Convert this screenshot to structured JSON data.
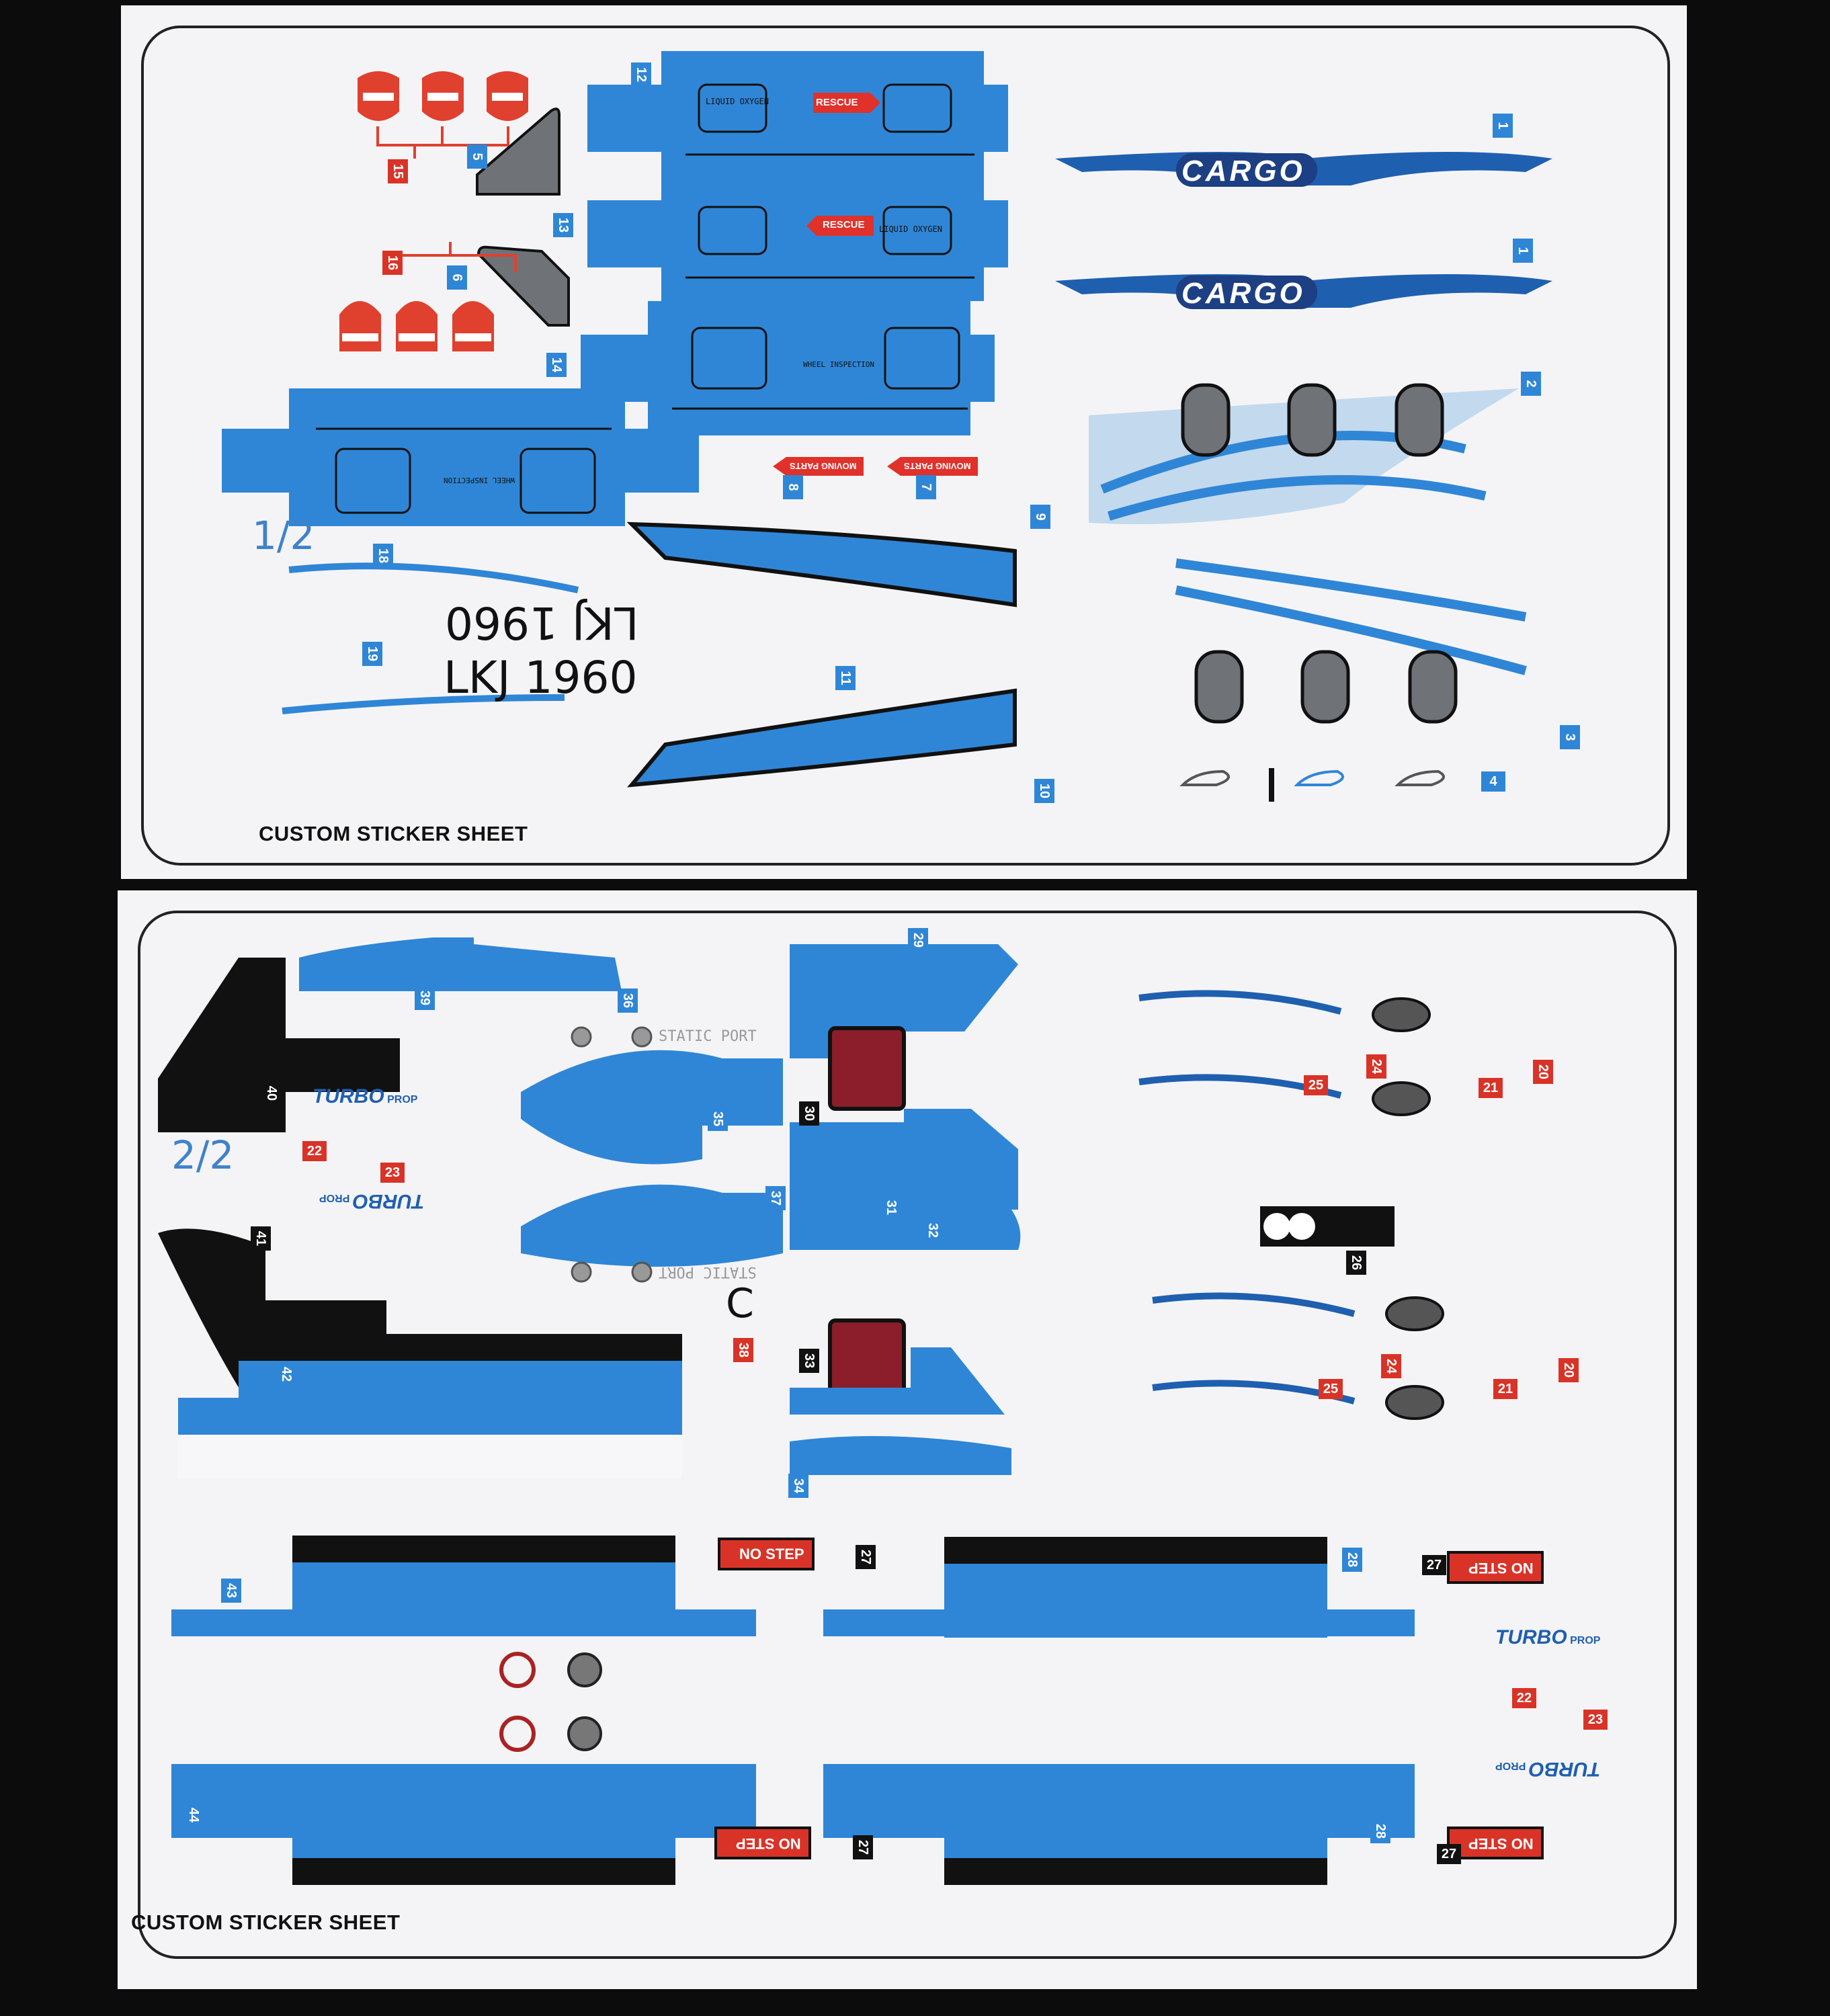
{
  "sheet1": {
    "title": "CUSTOM STICKER SHEET",
    "fraction": "1/2",
    "registration": "LKJ 1960",
    "cargo_text": "CARGO",
    "rescue_text": "RESCUE",
    "liquid_oxygen_text": "LIQUID OXYGEN",
    "wheel_inspection_text": "WHEEL INSPECTION",
    "moving_parts_text": "MOVING PARTS",
    "numbers": {
      "n1a": "1",
      "n1b": "1",
      "n2": "2",
      "n3": "3",
      "n4": "4",
      "n5": "5",
      "n6": "6",
      "n7": "7",
      "n8": "8",
      "n9": "9",
      "n10": "10",
      "n11": "11",
      "n12": "12",
      "n13": "13",
      "n14": "14",
      "n15": "15",
      "n16": "16",
      "n18": "18",
      "n19": "19"
    }
  },
  "sheet2": {
    "title": "CUSTOM STICKER SHEET",
    "fraction": "2/2",
    "static_port_text": "STATIC PORT",
    "turbo_text": "TURBO",
    "prop_text": "PROP",
    "no_step_text": "NO STEP",
    "c_letter": "C",
    "numbers": {
      "n20a": "20",
      "n20b": "20",
      "n21a": "21",
      "n21b": "21",
      "n22a": "22",
      "n22b": "22",
      "n23a": "23",
      "n23b": "23",
      "n24a": "24",
      "n24b": "24",
      "n25a": "25",
      "n25b": "25",
      "n26": "26",
      "n27a": "27",
      "n27b": "27",
      "n27c": "27",
      "n27d": "27",
      "n28a": "28",
      "n28b": "28",
      "n29": "29",
      "n30": "30",
      "n31": "31",
      "n32": "32",
      "n33": "33",
      "n34": "34",
      "n35": "35",
      "n36": "36",
      "n37": "37",
      "n38": "38",
      "n39": "39",
      "n40": "40",
      "n41": "41",
      "n42": "42",
      "n43": "43",
      "n44": "44"
    }
  },
  "colors": {
    "sticker_blue": "#2f86d6",
    "dark_blue": "#1f5fb0",
    "number_red": "#d93328",
    "number_black": "#111111",
    "background": "#0d0c0d",
    "paper": "#f4f4f6"
  }
}
